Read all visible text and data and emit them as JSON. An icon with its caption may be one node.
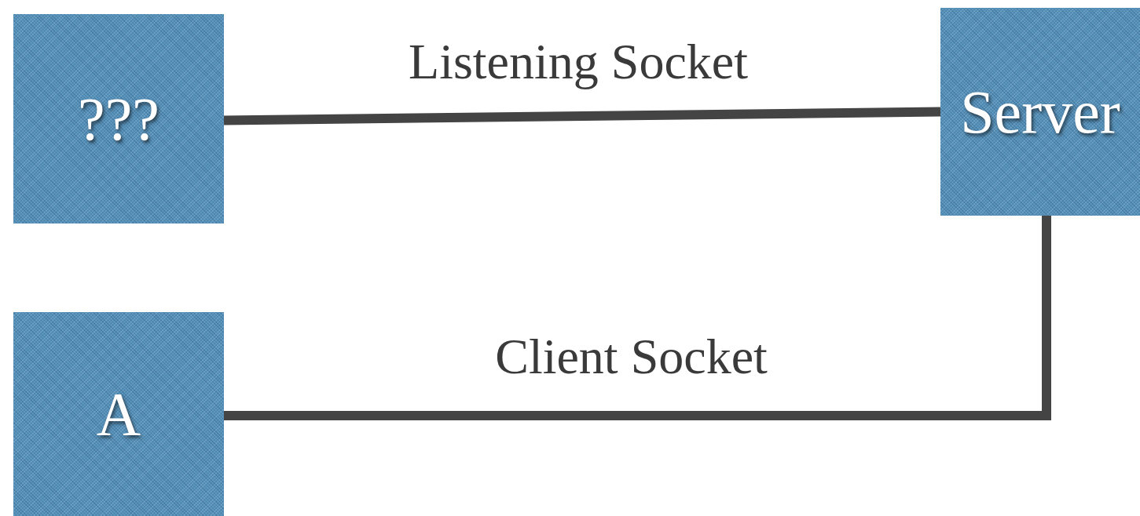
{
  "diagram": {
    "nodes": [
      {
        "text": [
          "???"
        ]
      },
      {
        "text": [
          "Server"
        ]
      },
      {
        "text": [
          "A"
        ]
      }
    ],
    "edges": [
      {
        "from": 0,
        "to": 1,
        "arrow": "none",
        "label": "Listening Socket"
      },
      {
        "from": 1,
        "to": 2,
        "arrow": "none",
        "label": "Client Socket"
      }
    ]
  }
}
